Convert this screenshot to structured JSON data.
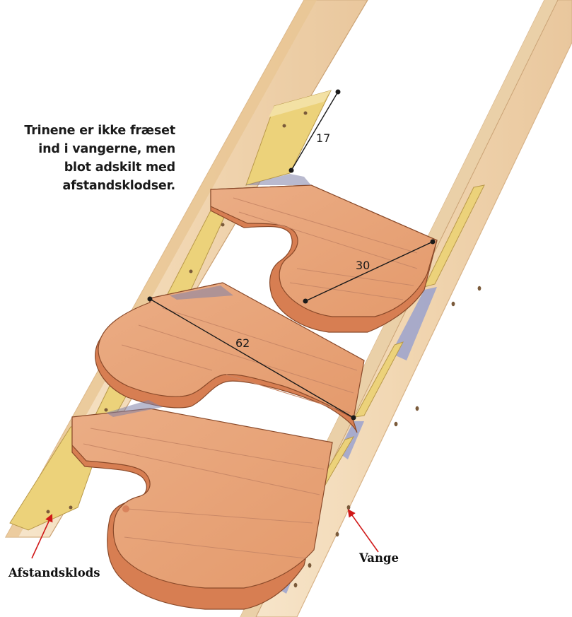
{
  "caption": {
    "lines": [
      "Trinene er ikke fræset",
      "ind i vangerne, men",
      "blot adskilt med",
      "afstandsklodser."
    ]
  },
  "dimensions": {
    "rise": "17",
    "depth": "30",
    "width": "62"
  },
  "labels": {
    "spacer_block": "Afstandsklods",
    "stringer": "Vange"
  },
  "colors": {
    "stringer": "#f0d7b4",
    "stringer_edge": "#e3c192",
    "spacer_block": "#ecd27a",
    "tread_top": "#e8a37a",
    "tread_front": "#d77e52",
    "tread_lines": "#c98867",
    "shadow_blue": "#8f9bd2",
    "arrow": "#d01818"
  }
}
